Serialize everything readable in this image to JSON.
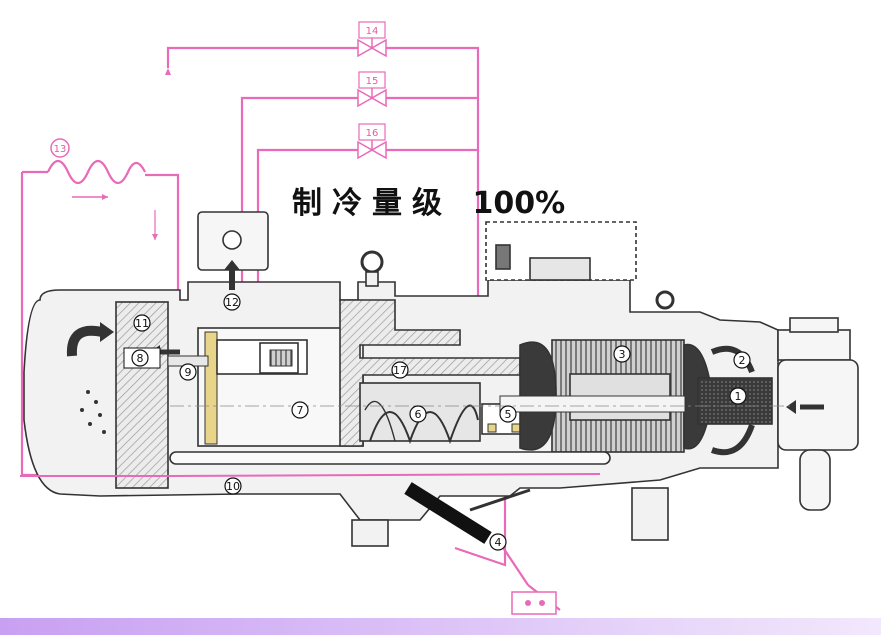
{
  "title": {
    "text": "制冷量级",
    "percent": "100%"
  },
  "callouts": {
    "c1": "1",
    "c2": "2",
    "c3": "3",
    "c4": "4",
    "c5": "5",
    "c6": "6",
    "c7": "7",
    "c8": "8",
    "c9": "9",
    "c10": "10",
    "c11": "11",
    "c12": "12",
    "c13": "13",
    "c14": "14",
    "c15": "15",
    "c16": "16",
    "c17": "17"
  },
  "colors": {
    "pipe": "#e86ab8",
    "outline": "#333333",
    "footer": "#c8a0f2"
  }
}
